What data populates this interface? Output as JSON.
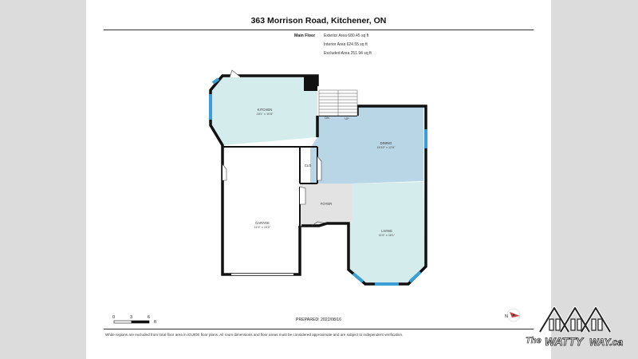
{
  "header": {
    "title": "363 Morrison Road, Kitchener, ON"
  },
  "areas": {
    "floor": "Main Floor",
    "exterior": "Exterior Area 680.45 sq ft",
    "interior": "Interior Area 624.55 sq ft",
    "excluded": "Excluded Area 251.94 sq ft"
  },
  "rooms": {
    "kitchen": {
      "name": "KITCHEN",
      "dims": "18'1\" x 10'8\""
    },
    "dining": {
      "name": "DINING",
      "dims": "16'10\" x 12'6\""
    },
    "closet": {
      "name": "CLO"
    },
    "foyer": {
      "name": "FOYER"
    },
    "garage": {
      "name": "GARAGE",
      "dims": "11'5\" x 19'5\""
    },
    "living": {
      "name": "LIVING",
      "dims": "11'6\" x 16'1\""
    }
  },
  "stairs": {
    "down": "DN",
    "up": "UP"
  },
  "scale": {
    "ticks": [
      "0",
      "3",
      "6"
    ],
    "unit": "ft"
  },
  "compass": {
    "label": "N"
  },
  "footer": {
    "prepared": "PREPARED: 2022/08/16",
    "disclaimer": "White regions are excluded from total floor area in iGUIDE floor plans. All room dimensions and floor areas must be considered approximate and are subject to independent verification."
  },
  "logo": {
    "the": "The",
    "brand": "WATTY",
    "domain": "WAY.ca"
  },
  "colors": {
    "kitchen": "#d4ecec",
    "dining": "#b9d6e6",
    "living": "#d4ecec",
    "foyer": "#e3e3e3",
    "window": "#3a9fd6",
    "wall": "#111111",
    "background": "#dcdcdc"
  }
}
